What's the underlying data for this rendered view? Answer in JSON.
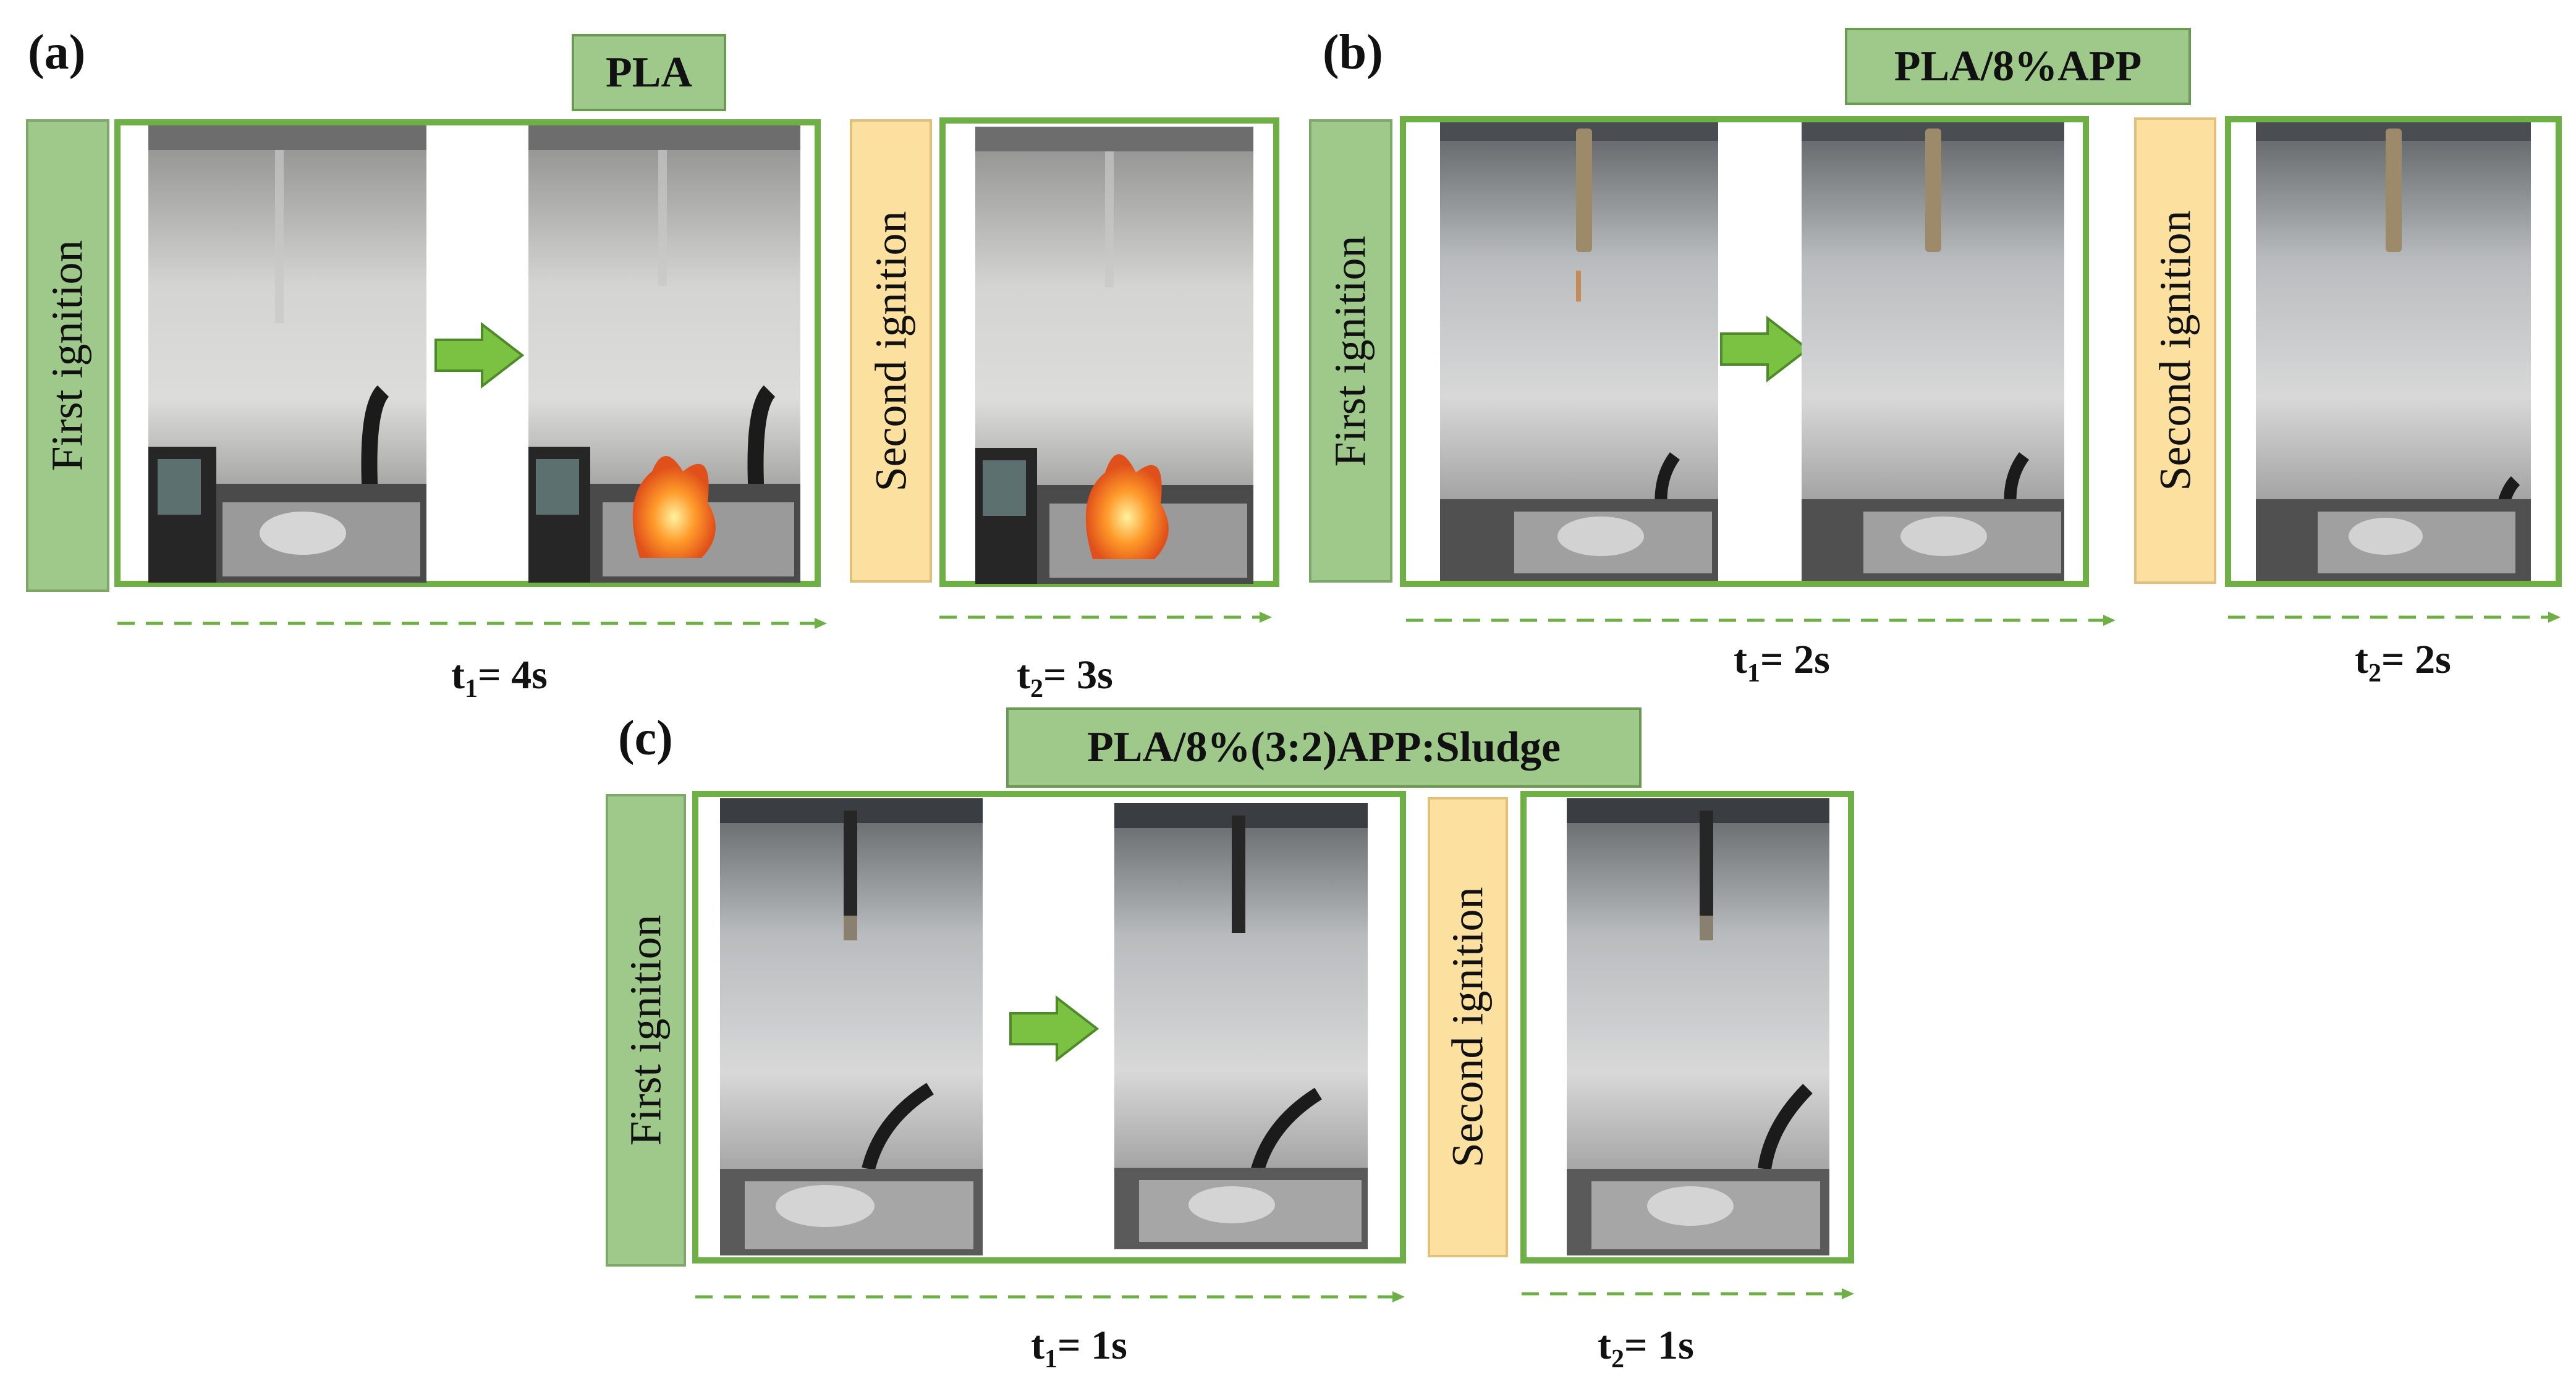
{
  "panels": [
    {
      "id": "a",
      "label": "(a)",
      "title": "PLA",
      "first_label": "First ignition",
      "second_label": "Second ignition",
      "t1_sym": "t",
      "t1_sub": "1",
      "t1_val": "= 4s",
      "t2_sym": "t",
      "t2_sub": "2",
      "t2_val": "= 3s"
    },
    {
      "id": "b",
      "label": "(b)",
      "title": "PLA/8%APP",
      "first_label": "First ignition",
      "second_label": "Second ignition",
      "t1_sym": "t",
      "t1_sub": "1",
      "t1_val": "=  2s",
      "t2_sym": "t",
      "t2_sub": "2",
      "t2_val": "= 2s"
    },
    {
      "id": "c",
      "label": "(c)",
      "title": "PLA/8%(3:2)APP:Sludge",
      "first_label": "First ignition",
      "second_label": "Second ignition",
      "t1_sym": "t",
      "t1_sub": "1",
      "t1_val": "= 1s",
      "t2_sym": "t",
      "t2_sub": "2",
      "t2_val": "= 1s"
    }
  ],
  "colors": {
    "frame_green": "#6eb045",
    "label_green": "#9ec98a",
    "label_yellow": "#fbe0a0",
    "arrow_green": "#7cc242",
    "flame": "#f07a20"
  },
  "icons": [
    "right-arrow-icon",
    "dashed-arrow-icon"
  ]
}
